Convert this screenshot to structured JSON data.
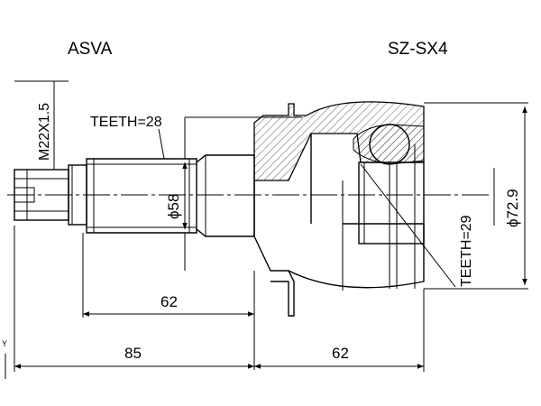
{
  "header": {
    "brand": "ASVA",
    "part_number": "SZ-SX4"
  },
  "annotations": {
    "thread": "M22X1.5",
    "outer_teeth": "TEETH=28",
    "shaft_diameter": "ϕ58",
    "inner_teeth": "TEETH=29",
    "housing_diameter": "ϕ72.9"
  },
  "dimensions": {
    "shaft_length": "62",
    "stub_length": "85",
    "housing_length": "62"
  },
  "axis_marker": "Y",
  "colors": {
    "line": "#000000",
    "background": "#ffffff"
  }
}
